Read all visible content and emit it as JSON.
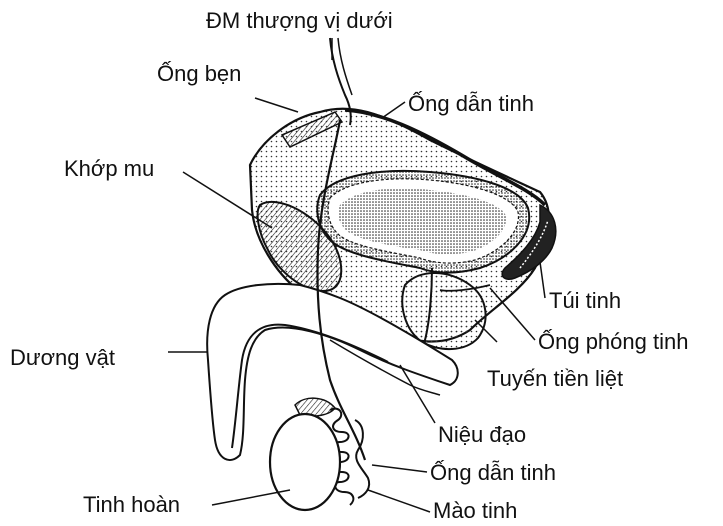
{
  "labels": {
    "dm_thuong_vi_duoi": "ĐM thượng vị dưới",
    "ong_ben": "Ống bẹn",
    "ong_dan_tinh_top": "Ống dẫn tinh",
    "khop_mu": "Khớp mu",
    "tui_tinh": "Túi tinh",
    "ong_phong_tinh": "Ống phóng tinh",
    "duong_vat": "Dương vật",
    "tuyen_tien_liet": "Tuyến tiền liệt",
    "nieu_dao": "Niệu đạo",
    "ong_dan_tinh_bottom": "Ống dẫn tinh",
    "tinh_hoan": "Tinh hoàn",
    "mao_tinh": "Mào tinh"
  },
  "colors": {
    "ink": "#111111",
    "background": "#ffffff"
  }
}
